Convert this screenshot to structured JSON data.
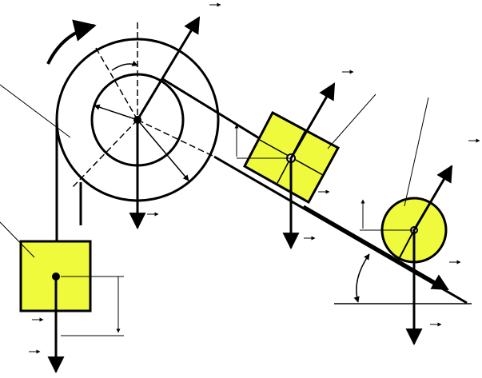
{
  "diagram": {
    "description_labels": [],
    "colors": {
      "body_fill": "#f0fa3c",
      "line": "#000000",
      "background": "#ffffff"
    },
    "components": [
      "compound-pulley",
      "hanging-block",
      "sliding-block",
      "rolling-cylinder",
      "inclined-plane"
    ]
  }
}
